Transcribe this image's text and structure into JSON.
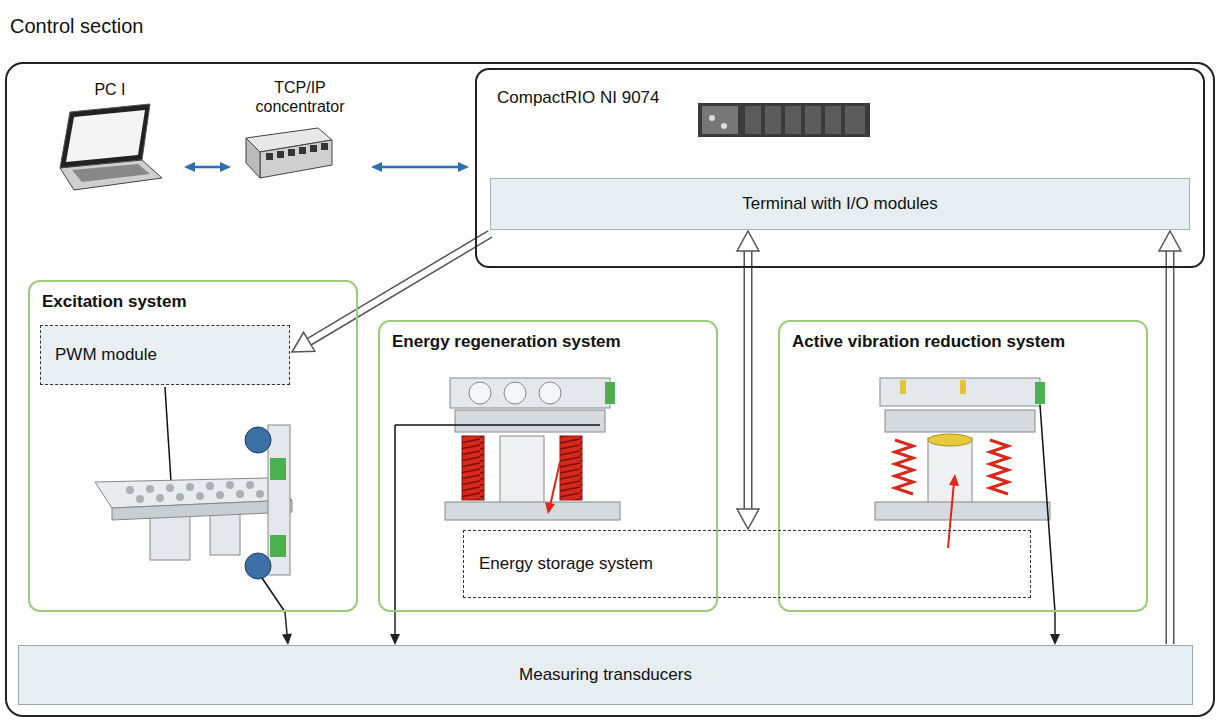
{
  "diagram": {
    "nodes": [
      {
        "text": [
          "Control section"
        ]
      },
      {
        "text": [
          "PC I"
        ],
        "in": 0
      },
      {
        "text": [
          "TCP/IP concentrator"
        ],
        "in": 0
      },
      {
        "text": [
          "CompactRIO NI 9074"
        ],
        "in": 0
      },
      {
        "text": [
          "Terminal with I/O modules"
        ],
        "in": 3
      },
      {
        "text": [
          "Excitation system"
        ],
        "in": 0
      },
      {
        "text": [
          "PWM module"
        ],
        "in": 5
      },
      {
        "text": [
          "Energy regeneration system"
        ],
        "in": 0
      },
      {
        "text": [
          "Active vibration reduction system"
        ],
        "in": 0
      },
      {
        "text": [
          "Energy storage system"
        ],
        "in": 0
      },
      {
        "text": [
          "Measuring transducers"
        ],
        "in": 0
      }
    ],
    "edges": [
      {
        "from": 1,
        "to": 2,
        "arrow": "both"
      },
      {
        "from": 2,
        "to": 3,
        "arrow": "both"
      },
      {
        "from": 4,
        "to": 6,
        "arrow": "to"
      },
      {
        "from": 4,
        "to": 9,
        "arrow": "both"
      },
      {
        "from": 10,
        "to": 4,
        "arrow": "to"
      },
      {
        "from": 5,
        "to": 10,
        "arrow": "to"
      },
      {
        "from": 7,
        "to": 10,
        "arrow": "to"
      },
      {
        "from": 8,
        "to": 10,
        "arrow": "to"
      }
    ]
  }
}
